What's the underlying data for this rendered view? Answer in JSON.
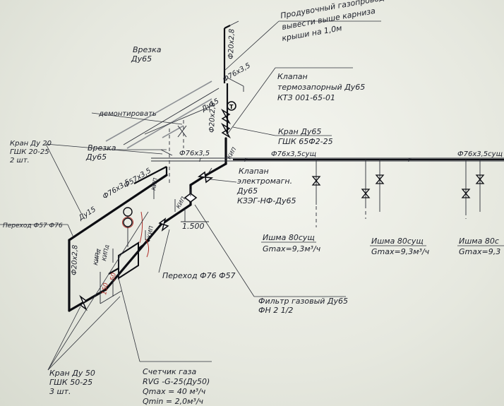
{
  "notes": {
    "purge_line1": "Продувочный газопровод",
    "purge_line2": "вывести выше карниза",
    "purge_line3": "крыши на 1,0м",
    "vrezka_top_1": "Врезка",
    "vrezka_top_2": "Ду65",
    "thermo_1": "Клапан",
    "thermo_2": "термозапорный Ду65",
    "thermo_3": "КТЗ 001-65-01",
    "demontirovat": "демонтировать",
    "kran65_1": "Кран Ду65",
    "kran65_2": "ГШК 65Ф2-25",
    "kran20_1": "Кран Ду 20",
    "kran20_2": "ГШК 20-25",
    "kran20_3": "2 шт.",
    "vrezka_mid_1": "Врезка",
    "vrezka_mid_2": "Ду65",
    "klapan_em_1": "Клапан",
    "klapan_em_2": "электромагн.",
    "klapan_em_3": "Ду65",
    "klapan_em_4": "КЗЭГ-НФ-Ду65",
    "perehod57": "Переход Ф57 Ф76",
    "perehod76": "Переход Ф76 Ф57",
    "filter_1": "Фильтр газовый Ду65",
    "filter_2": "ФН 2   1/2",
    "kran50_1": "Кран Ду 50",
    "kran50_2": "ГШК 50-25",
    "kran50_3": "3 шт.",
    "meter_1": "Счетчик газа",
    "meter_2": "RVG  -G-25(Ду50)",
    "meter_3": "Qmax    =  40 м³/ч",
    "meter_4": "Qmin    =  2,0м³/ч",
    "elev": "1.500"
  },
  "dims": {
    "d20_top": "Ф20х2,8",
    "d76_top": "Ф76х3,5",
    "du15": "Ду15",
    "d20_mid": "Ф20х2,8",
    "d76_mid": "Ф76х3,5",
    "d76_main": "Ф76х3,5сущ",
    "d76_right": "Ф76х3,5сущ",
    "d76_diag": "Ф76х3,5",
    "d57_diag": "Ф57х3,5",
    "du15_left": "Ду15",
    "d20_left": "Ф20х2,8",
    "kipd_1": "КИПд",
    "kipd_2": "КИПд",
    "kip_1": "КИП",
    "kip_2": "КИП",
    "kip_3": "КИП",
    "kip_4": "КИП",
    "size_150": "150",
    "size_50": "50",
    "g1": "г",
    "g2": "г",
    "g3": "г"
  },
  "consumers": [
    {
      "name": "Ишма 80сущ",
      "flow": "Gmax=9,3м³/ч"
    },
    {
      "name": "Ишма 80сущ",
      "flow": "Gmax=9,3м³/ч"
    },
    {
      "name": "Ишма 80с",
      "flow": "Gmax=9,3"
    }
  ]
}
